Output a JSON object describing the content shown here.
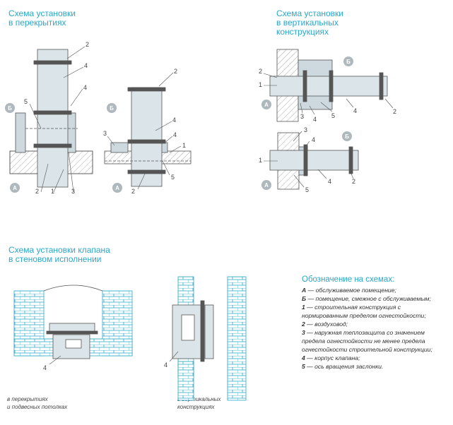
{
  "titles": {
    "floor": "Схема установки\nв перекрытиях",
    "wall": "Схема установки\nв вертикальных\nконструкциях",
    "wallVersion": "Схема установки клапана\nв стеновом исполнении"
  },
  "captions": {
    "left": "в перекрытиях\nи подвесных потолках",
    "right": "в вертикальных\nконструкциях"
  },
  "zones": {
    "a": "А",
    "b": "Б"
  },
  "numbers": {
    "n1": "1",
    "n2": "2",
    "n3": "3",
    "n4": "4",
    "n5": "5"
  },
  "legend": {
    "heading": "Обозначение на схемах:",
    "items": [
      {
        "key": "А",
        "text": " — обслуживаемое помещение;"
      },
      {
        "key": "Б",
        "text": " — помещение, смежное с обслуживаемым;"
      },
      {
        "key": "1",
        "text": " — строительная конструкция с нормированным пределом огнестойкости;"
      },
      {
        "key": "2",
        "text": " — воздуховод;"
      },
      {
        "key": "3",
        "text": " — наружная теплозащита со значением предела огнестойкости не менее предела огнестойкости строительной конструкции;"
      },
      {
        "key": "4",
        "text": " — корпус клапана;"
      },
      {
        "key": "5",
        "text": " — ось вращения заслонки."
      }
    ]
  },
  "colors": {
    "accent": "#2aa7c9",
    "duct": "#dbe4e8",
    "insulation": "#cdd9de",
    "line": "#555555"
  }
}
